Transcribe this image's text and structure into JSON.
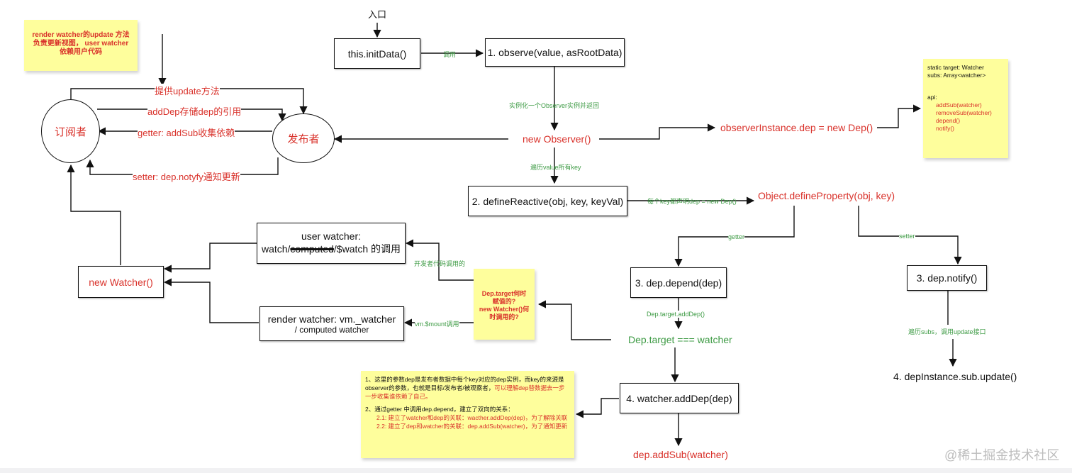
{
  "entry_label": "入口",
  "nodes": {
    "init_data": "this.initData()",
    "observe": "1. observe(value, asRootData)",
    "new_observer": "new Observer()",
    "observer_dep": "observerInstance.dep = new Dep()",
    "define_reactive": "2. defineReactive(obj, key, keyVal)",
    "define_property": "Object.defineProperty(obj, key)",
    "dep_depend": "3. dep.depend(dep)",
    "dep_notify": "3. dep.notify()",
    "dep_target": "Dep.target === watcher",
    "watcher_adddep": "4. watcher.addDep(dep)",
    "dep_addsub": "dep.addSub(watcher)",
    "sub_update": "4.  depInstance.sub.update()",
    "new_watcher": "new Watcher()",
    "user_watcher_line1": "user watcher:",
    "user_watcher_line2a": "watch/",
    "user_watcher_line2b": "computed",
    "user_watcher_line2c": "/$watch 的调用",
    "render_watcher_line1": "render watcher: vm._watcher",
    "render_watcher_line2": "/ computed watcher",
    "subscriber": "订阅者",
    "publisher": "发布者"
  },
  "edge_labels": {
    "call": "调用",
    "instantiate": "实例化一个Observer实例并返回",
    "traverse": "遍历value所有key",
    "each_key": "每个key都声明dep = new Dep()",
    "getter": "getter",
    "setter": "setter",
    "target_adddep": "Dep.target.addDep()",
    "traverse_subs": "遍历subs，调用update接口",
    "dev_call": "开发者代码调用的",
    "mount_call": "vm.$mount调用",
    "provide_update": "提供update方法",
    "adddep_store": "addDep存储dep的引用",
    "getter_addsub": "getter: addSub收集依赖",
    "setter_notify": "setter: dep.notyfy通知更新"
  },
  "notes": {
    "watcher_note": [
      "render watcher的update 方法",
      "负责更新视图， user watcher",
      "依赖用户代码"
    ],
    "dep_note": {
      "lines": [
        "static target: Watcher",
        "subs: Array<watcher>"
      ],
      "api_label": "api:",
      "api_items": [
        "addSub(watcher)",
        "removeSub(watcher)",
        "depend()",
        "notify()"
      ]
    },
    "target_note": [
      "Dep.target何时",
      "赋值的?",
      "new Watcher()何",
      "时调用的?"
    ],
    "relation_note": {
      "p1_black": "1、这里的参数dep是发布者数据中每个key对应的dep实例，而key的来源是observer的参数，也就是目标/发布者/被观察者，",
      "p1_red": "可以理解dep替数据去一步一步收集谁依赖了自己。",
      "p2": "2、通过getter 中调用dep.depend，建立了双向的关系：",
      "p2_1": "2.1: 建立了watcher和dep的关联：wacther.addDep(dep)，为了解除关联",
      "p2_2": "2.2: 建立了dep和watcher的关联：dep.addSub(watcher)，为了通知更新"
    }
  },
  "watermark": "@稀土掘金技术社区",
  "colors": {
    "red": "#d9322b",
    "green": "#3e9b45",
    "note_bg": "#fefe9c",
    "line": "#111111"
  }
}
